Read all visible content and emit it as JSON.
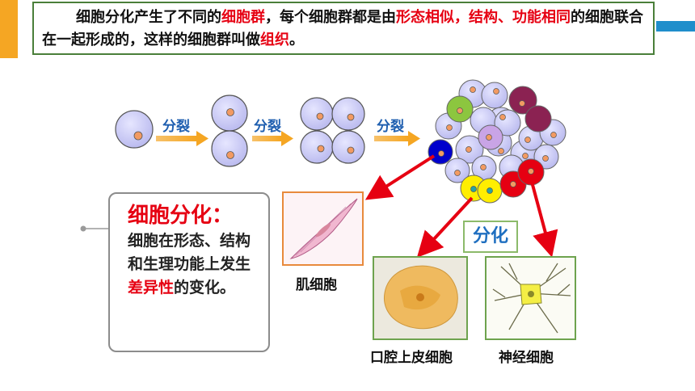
{
  "intro": {
    "p1": "细胞分化产生了不同的",
    "hl1": "细胞群",
    "p2": "，每个细胞群都是由",
    "hl2": "形态相似，结构、功能相同",
    "p3": "的细胞联合在一起形成的，这样的细胞群叫做",
    "hl3": "组织",
    "p4": "。"
  },
  "arrows": {
    "label1": "分裂",
    "label2": "分裂",
    "label3": "分裂"
  },
  "definition": {
    "title": "细胞分化：",
    "t1": "细胞在形态、结构和生理功能上发生",
    "hl": "差异性",
    "t2": "的变化。"
  },
  "differentiation_label": "分化",
  "captions": {
    "muscle": "肌细胞",
    "epithelial": "口腔上皮细胞",
    "nerve": "神经细胞"
  },
  "colors": {
    "accent_orange": "#f5a623",
    "accent_blue": "#1f8ecb",
    "highlight_red": "#e60012",
    "cell_fill": "#c9c9f2",
    "arrow_red": "#e60012"
  }
}
